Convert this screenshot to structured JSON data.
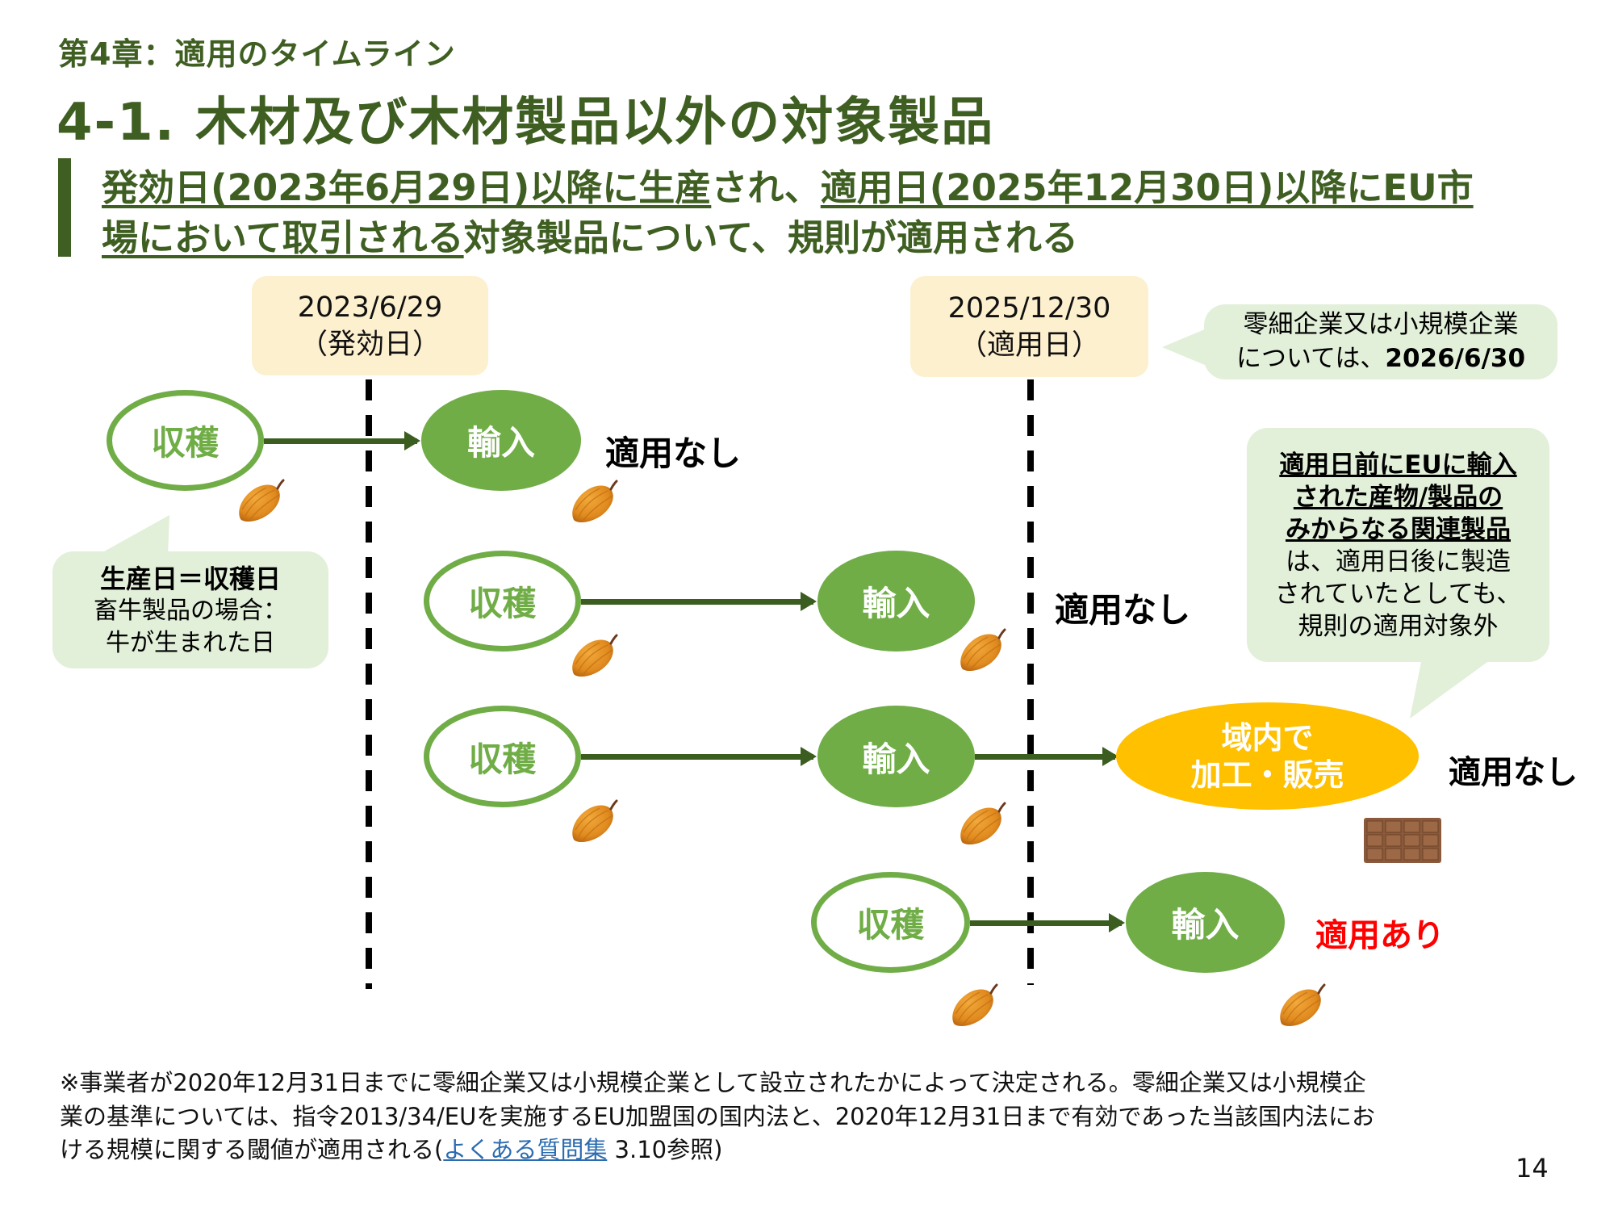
{
  "header": {
    "chapter": "第4章：適用のタイムライン",
    "title": "4-1.  木材及び木材製品以外の対象製品"
  },
  "subtitle": {
    "line1_u1": "発効日(2023年6月29日)以降に生産",
    "line1_mid": "され、",
    "line1_u2": "適用日(2025年12月30日)以降にEU市",
    "line2_u": "場において取引される",
    "line2_rest": "対象製品について、規則が適用される"
  },
  "dates": [
    {
      "date": "2023/6/29",
      "label": "（発効日）"
    },
    {
      "date": "2025/12/30",
      "label": "（適用日）"
    }
  ],
  "sme_callout": {
    "line1": "零細企業又は小規模企業",
    "line2_prefix": "については、",
    "line2_date": "2026/6/30"
  },
  "production_callout": {
    "title": "生産日＝収穫日",
    "line2": "畜牛製品の場合：",
    "line3": "牛が生まれた日"
  },
  "exemption_callout": {
    "u1": "適用日前にEUに輸入",
    "u2": "された産物/製品の",
    "u3": "みからなる関連製品",
    "l4": "は、適用日後に製造",
    "l5": "されていたとしても、",
    "l6": "規則の適用対象外"
  },
  "nodes": {
    "harvest": "収穫",
    "import": "輸入",
    "process_line1": "域内で",
    "process_line2": "加工・販売"
  },
  "results": {
    "row1": "適用なし",
    "row2": "適用なし",
    "row3": "適用なし",
    "row4": "適用あり"
  },
  "colors": {
    "brand_green": "#3f5f22",
    "node_green": "#70ad47",
    "yellow": "#ffc000",
    "applies_red": "#ff0000",
    "callout_green": "#e2efd9",
    "date_box": "#fdf0cf"
  },
  "footnote": {
    "line1": "※事業者が2020年12月31日までに零細企業又は小規模企業として設立されたかによって決定される。零細企業又は小規模企",
    "line2": "業の基準については、指令2013/34/EUを実施するEU加盟国の国内法と、2020年12月31日まで有効であった当該国内法にお",
    "line3_prefix": "ける規模に関する閾値が適用される(",
    "link": "よくある質問集",
    "line3_suffix": " 3.10参照)"
  },
  "page_number": "14"
}
